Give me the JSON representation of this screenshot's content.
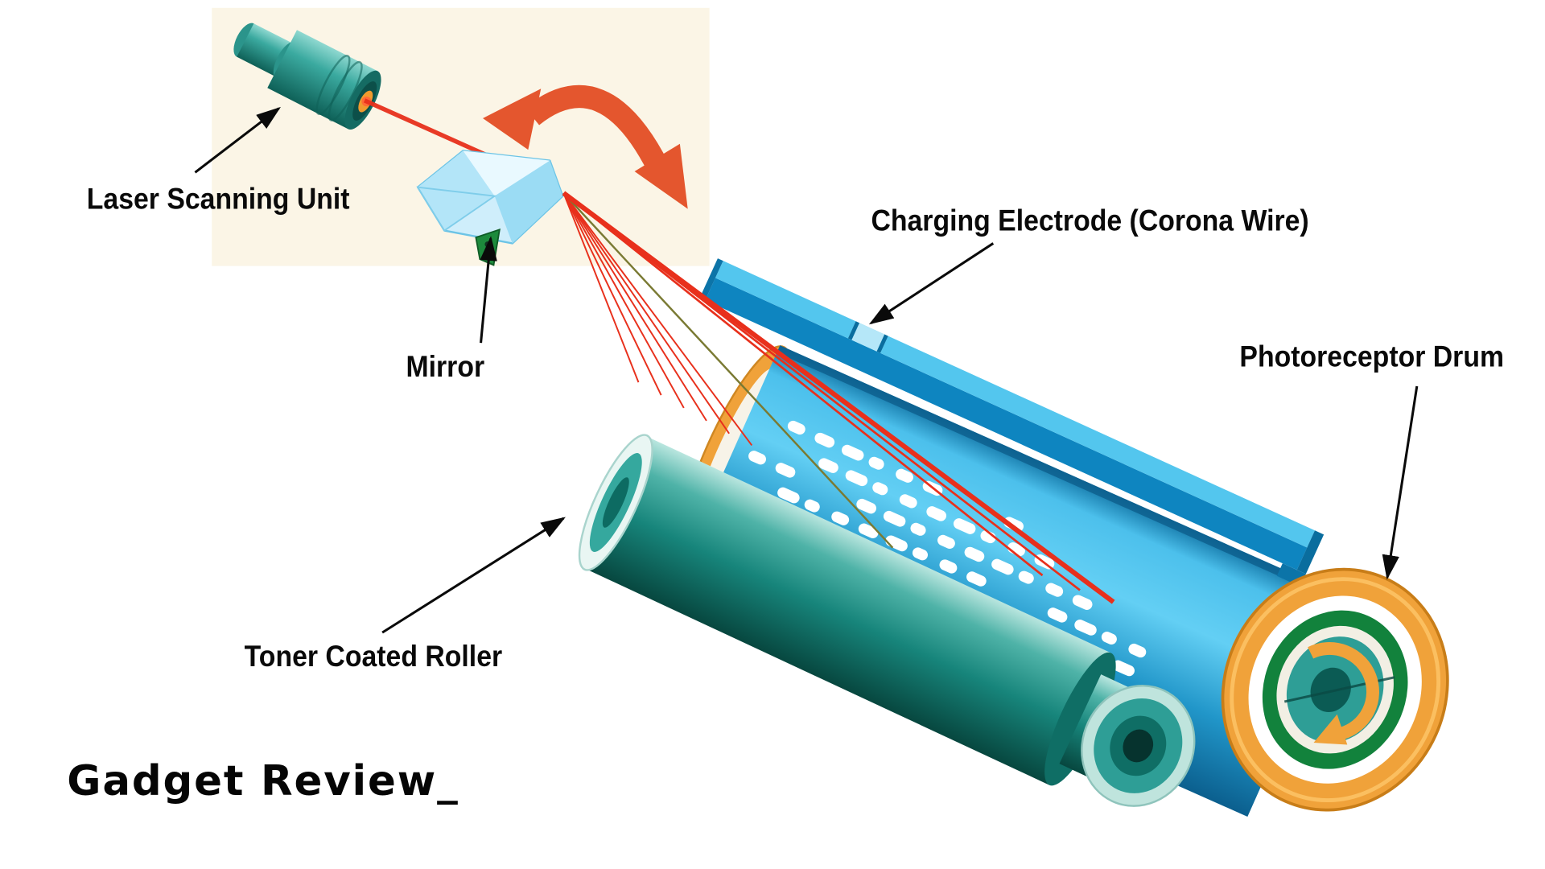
{
  "labels": {
    "laser_scanning_unit": "Laser Scanning Unit",
    "mirror": "Mirror",
    "charging_electrode": "Charging Electrode (Corona Wire)",
    "photoreceptor_drum": "Photoreceptor Drum",
    "toner_coated_roller": "Toner Coated Roller"
  },
  "logo": {
    "text": "Gadget Review_"
  },
  "colors": {
    "panel_cream": "#fbf5e6",
    "laser_red": "#e8301c",
    "sweep_arrow_orange": "#e4562e",
    "mirror_blue": "#cfeefb",
    "mirror_green": "#1d8a3c",
    "electrode_blue_top": "#53c6ee",
    "electrode_blue_front": "#0e85c0",
    "end_cap_orange": "#f0a23a",
    "drum_blue_light": "#5bcaf2",
    "drum_blue_dark": "#0a5a88",
    "roller_teal": "#17857b",
    "label_black": "#0a0a0a"
  }
}
